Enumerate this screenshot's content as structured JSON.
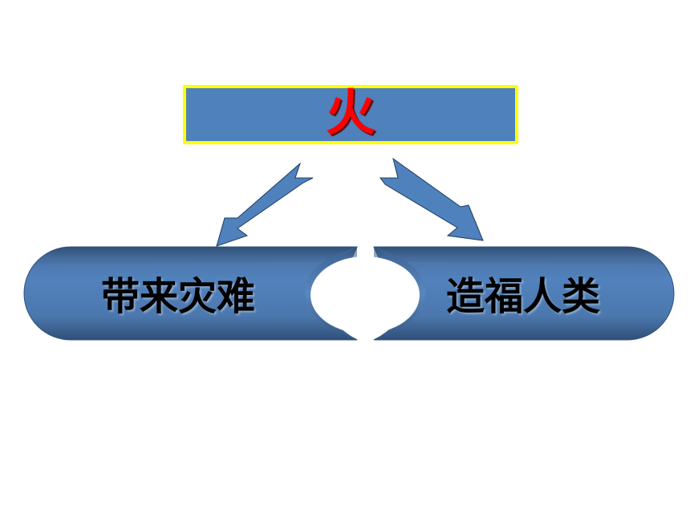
{
  "diagram": {
    "top_node": {
      "label": "火"
    },
    "left_node": {
      "label": "带来灾难"
    },
    "right_node": {
      "label": "造福人类"
    }
  },
  "colors": {
    "box_fill": "#4f81bd",
    "box_border": "#ffff00",
    "top_text": "#ff0000",
    "node_text": "#000000",
    "arrow_fill": "#4f81bd"
  }
}
